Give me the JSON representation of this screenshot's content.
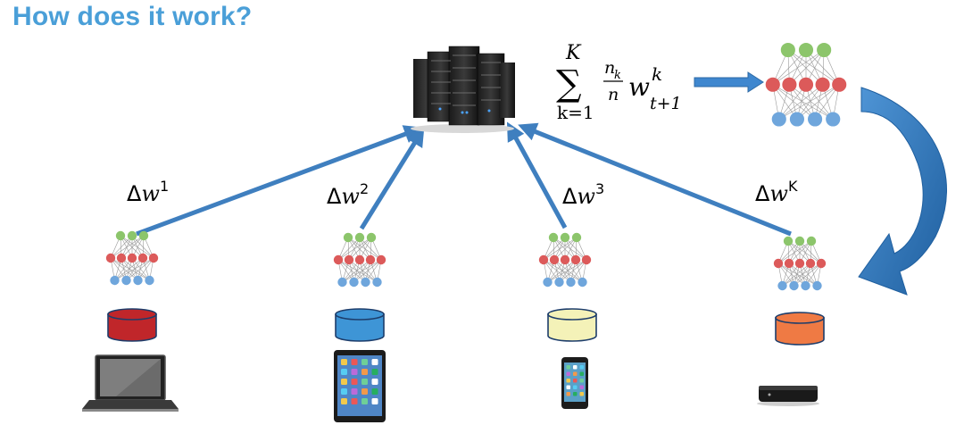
{
  "title": "How does it work?",
  "aggregation": {
    "sum_upper": "K",
    "sum_symbol": "∑",
    "sum_lower": "k=1",
    "frac_num": "n",
    "frac_num_sub": "k",
    "frac_den": "n",
    "weight": "w",
    "weight_sup": "k",
    "weight_sub": "t+1"
  },
  "clients": [
    {
      "delta": "Δ",
      "weight": "w",
      "sup": "1",
      "device": "laptop",
      "data_color": "#c0262a"
    },
    {
      "delta": "Δ",
      "weight": "w",
      "sup": "2",
      "device": "tablet",
      "data_color": "#3e95d6"
    },
    {
      "delta": "Δ",
      "weight": "w",
      "sup": "3",
      "device": "smartphone",
      "data_color": "#f4f2b8"
    },
    {
      "delta": "Δ",
      "weight": "w",
      "sup": "K",
      "device": "set-top-box",
      "data_color": "#ef7a44"
    }
  ],
  "colors": {
    "title": "#4a9fd8",
    "arrow": "#3f7fbf",
    "node_output": "#8cc56b",
    "node_hidden": "#dc5a5a",
    "node_input": "#6fa6dc",
    "curved_arrow": "#2f77bd"
  }
}
